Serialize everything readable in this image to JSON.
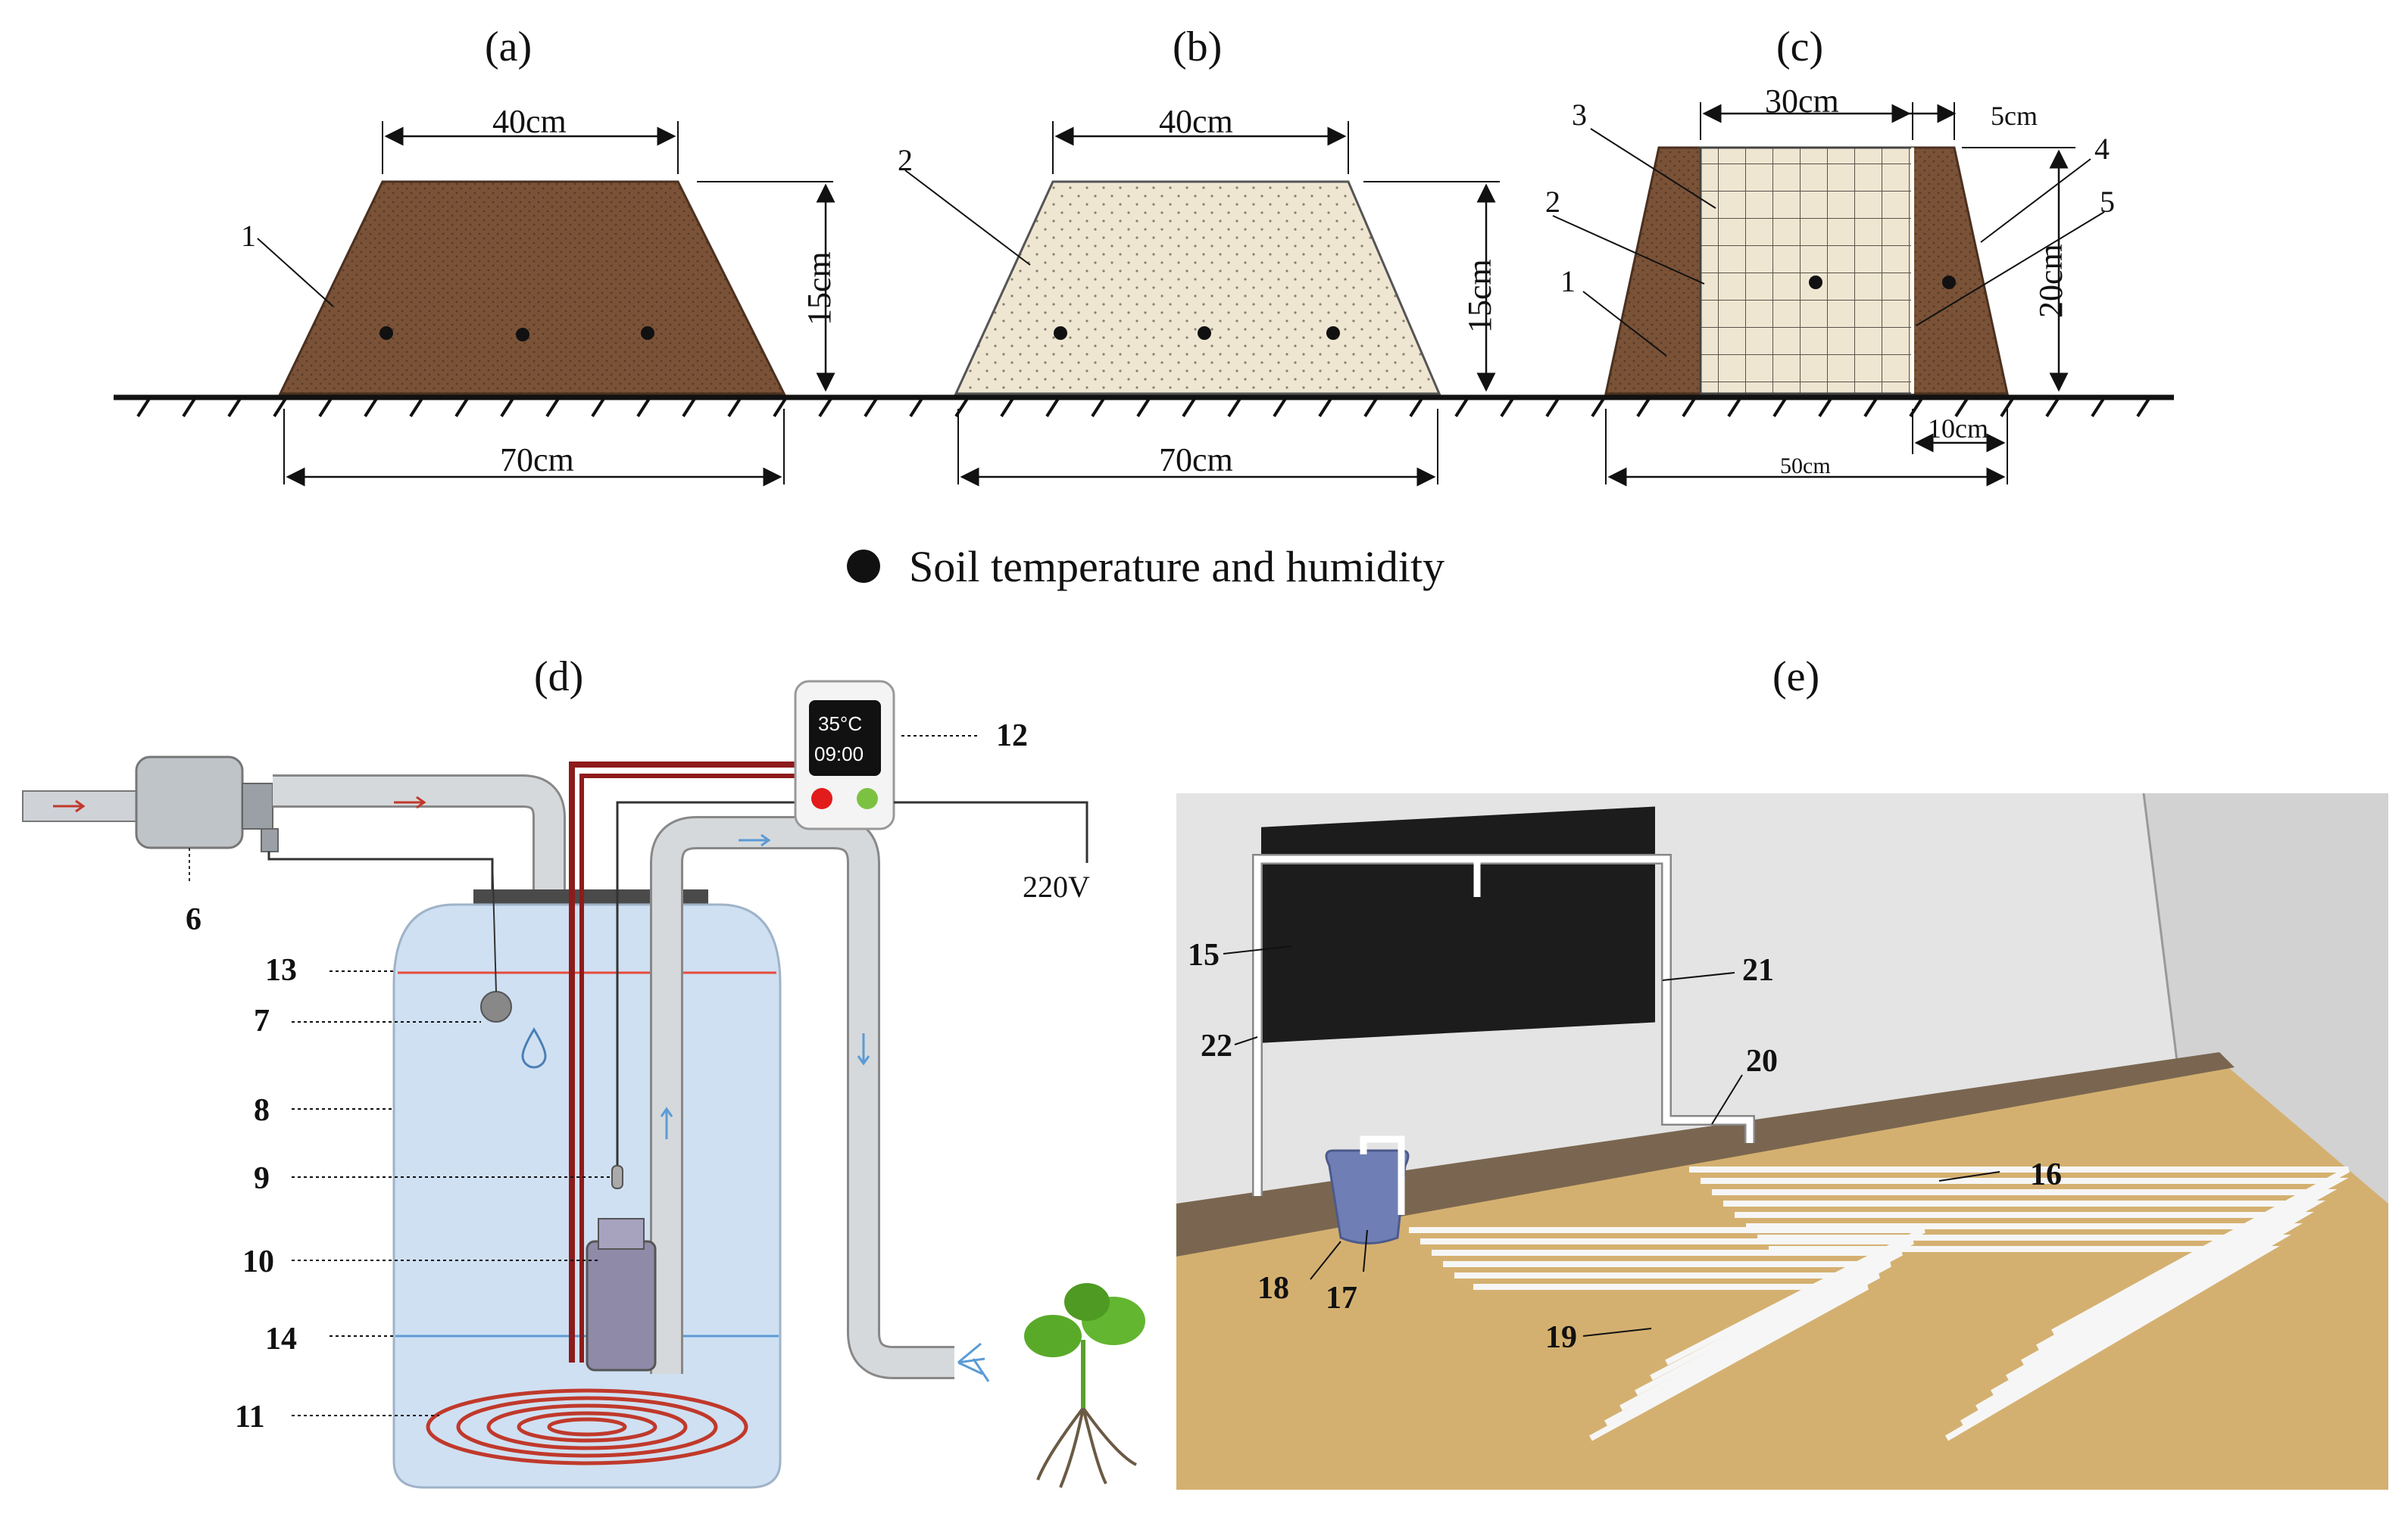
{
  "panels": {
    "a": {
      "label": "(a)",
      "top_width": "40cm",
      "height": "15cm",
      "bottom_width": "70cm",
      "part": "1"
    },
    "b": {
      "label": "(b)",
      "top_width": "40cm",
      "height": "15cm",
      "bottom_width": "70cm",
      "part": "2"
    },
    "c": {
      "label": "(c)",
      "inner_width": "30cm",
      "side_width": "5cm",
      "height": "20cm",
      "bottom_side": "10cm",
      "bottom_width": "50cm",
      "parts": [
        "1",
        "2",
        "3",
        "4",
        "5"
      ]
    },
    "d": {
      "label": "(d)",
      "voltage": "220V",
      "controller_temp": "35°C",
      "controller_time": "09:00",
      "parts": [
        "6",
        "7",
        "8",
        "9",
        "10",
        "11",
        "12",
        "13",
        "14"
      ]
    },
    "e": {
      "label": "(e)",
      "parts": [
        "15",
        "16",
        "17",
        "18",
        "19",
        "20",
        "21",
        "22"
      ]
    }
  },
  "legend": {
    "text": "Soil temperature and humidity"
  },
  "colors": {
    "soil": "#7a5237",
    "substrate": "#efe6d2",
    "water": "#cfe0f2",
    "floor": "#d4b070",
    "heater": "#c0392b",
    "pipe": "#cfd3d8"
  }
}
